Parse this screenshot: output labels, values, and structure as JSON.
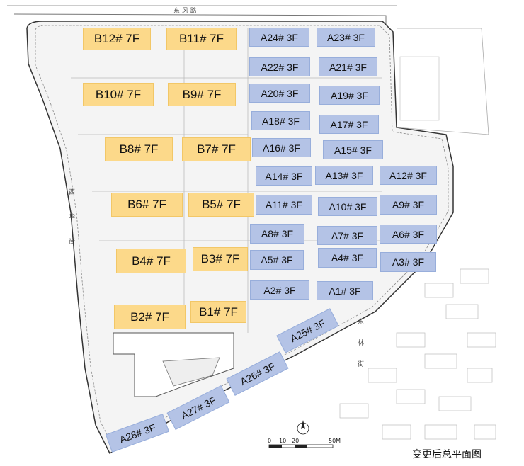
{
  "caption": "变更后总平面图",
  "scale": {
    "ticks": [
      "0",
      "10",
      "20",
      "50M"
    ]
  },
  "streets": {
    "north": "东 风 路",
    "west": "西 华 街",
    "east": "东 林 街"
  },
  "colors": {
    "b_block": "#fcd98a",
    "a_block": "#b4c3e6"
  },
  "buildings": {
    "B1": "B1# 7F",
    "B2": "B2# 7F",
    "B3": "B3# 7F",
    "B4": "B4# 7F",
    "B5": "B5# 7F",
    "B6": "B6# 7F",
    "B7": "B7# 7F",
    "B8": "B8# 7F",
    "B9": "B9# 7F",
    "B10": "B10# 7F",
    "B11": "B11# 7F",
    "B12": "B12# 7F",
    "A1": "A1# 3F",
    "A2": "A2# 3F",
    "A3": "A3# 3F",
    "A4": "A4# 3F",
    "A5": "A5# 3F",
    "A6": "A6# 3F",
    "A7": "A7# 3F",
    "A8": "A8# 3F",
    "A9": "A9# 3F",
    "A10": "A10# 3F",
    "A11": "A11# 3F",
    "A12": "A12# 3F",
    "A13": "A13# 3F",
    "A14": "A14# 3F",
    "A15": "A15# 3F",
    "A16": "A16# 3F",
    "A17": "A17# 3F",
    "A18": "A18# 3F",
    "A19": "A19# 3F",
    "A20": "A20# 3F",
    "A21": "A21# 3F",
    "A22": "A22# 3F",
    "A23": "A23# 3F",
    "A24": "A24# 3F",
    "A25": "A25# 3F",
    "A26": "A26# 3F",
    "A27": "A27# 3F",
    "A28": "A28# 3F"
  }
}
